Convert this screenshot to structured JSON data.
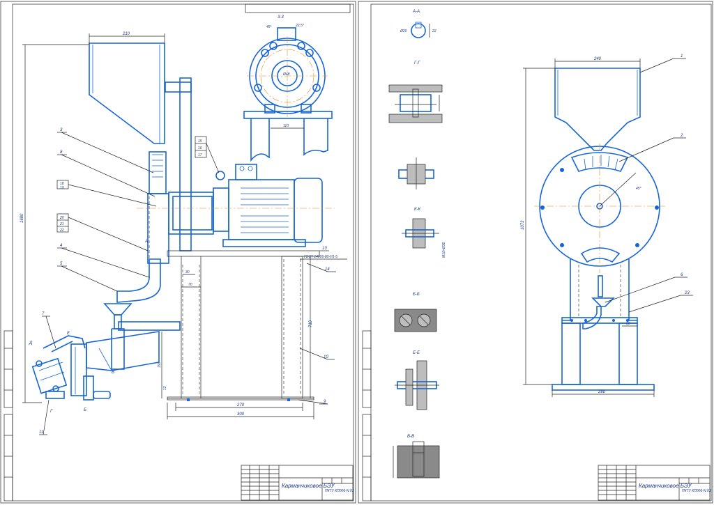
{
  "sheet1": {
    "title_block": {
      "title": "Карманчиковое БЭУ",
      "code": "ПКТУ КП00б-N.03"
    },
    "dims": {
      "hopper_width": "210",
      "overall_height": "1680",
      "frame_width_a": "270",
      "frame_width_b": "300",
      "frame_height": "710",
      "lower_height": "190",
      "motor_base": "110",
      "offset_a": "70",
      "offset_b": "30",
      "small_h": "12",
      "angle_1": "45°",
      "angle_2": "22,5°",
      "pulley_dia": "Ø48",
      "standard_note": "ГОСТ 14806-80-Н1-5"
    },
    "section_label": "3-3",
    "view_letters": [
      "Д",
      "Е",
      "В",
      "Г",
      "Б",
      "А"
    ],
    "callouts": [
      "3",
      "8",
      "18",
      "19",
      "20",
      "21",
      "22",
      "4",
      "5",
      "7",
      "11",
      "15",
      "16",
      "17",
      "13",
      "14",
      "10",
      "9"
    ]
  },
  "sheet2": {
    "title_block": {
      "title": "Карманчиковое БЭУ",
      "code": "ПКТУ КП00б-N.03"
    },
    "sections": [
      "А-А",
      "Г-Г",
      "К-К",
      "Б-Б",
      "Е-Е",
      "В-В"
    ],
    "dims": {
      "hopper_width": "240",
      "base_width": "280",
      "height": "1073",
      "angle": "45°",
      "shaft": "Ø20",
      "key": "22",
      "small_offset": "30",
      "thread": "М10×Ø36"
    },
    "callouts": [
      "1",
      "2",
      "6",
      "23"
    ]
  }
}
